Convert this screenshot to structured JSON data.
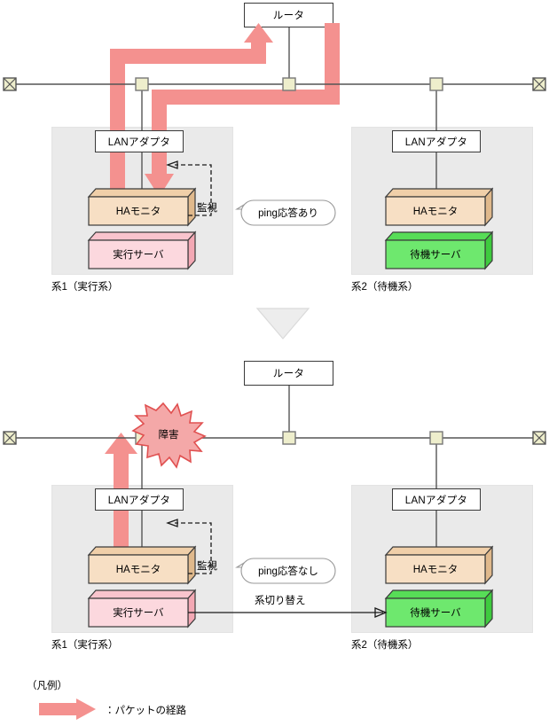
{
  "diagram": {
    "title_hidden": "",
    "colors": {
      "packet_arrow": "#f4918f",
      "panel_bg": "#eaeaea",
      "ha_monitor_front": "#f7dfc4",
      "ha_monitor_top": "#f0cfa9",
      "ha_monitor_side": "#e0b98c",
      "active_server_front": "#fcd8de",
      "active_server_top": "#f9c4cd",
      "active_server_side": "#f3a8b4",
      "standby_server_front": "#6ee86e",
      "standby_server_top": "#57dd57",
      "standby_server_side": "#3ecb3e",
      "tap_fill": "#eeeecc",
      "failure_fill": "#f4a8a8",
      "failure_stroke": "#e05050",
      "line": "#555555",
      "box_stroke": "#3a3a3a",
      "transition_triangle": "#ededed"
    },
    "top_scenario": {
      "router": {
        "label": "ルータ"
      },
      "terminator_left": {
        "icon": "terminator-x-icon"
      },
      "terminator_right": {
        "icon": "terminator-x-icon"
      },
      "taps": [
        {
          "icon": "network-tap-icon"
        },
        {
          "icon": "network-tap-icon"
        },
        {
          "icon": "network-tap-icon"
        }
      ],
      "system1": {
        "panel_caption": "系1（実行系）",
        "lan_adapter": "LANアダプタ",
        "ha_monitor": "HAモニタ",
        "server": "実行サーバ",
        "monitor_label": "監視",
        "callout": "ping応答あり"
      },
      "system2": {
        "panel_caption": "系2（待機系）",
        "lan_adapter": "LANアダプタ",
        "ha_monitor": "HAモニタ",
        "server": "待機サーバ"
      }
    },
    "transition": {
      "icon": "down-triangle-icon"
    },
    "bottom_scenario": {
      "router": {
        "label": "ルータ"
      },
      "terminator_left": {
        "icon": "terminator-x-icon"
      },
      "terminator_right": {
        "icon": "terminator-x-icon"
      },
      "taps": [
        {
          "icon": "network-tap-icon"
        },
        {
          "icon": "network-tap-icon"
        },
        {
          "icon": "network-tap-icon"
        }
      ],
      "failure_badge": "障害",
      "switchover_label": "系切り替え",
      "system1": {
        "panel_caption": "系1（実行系）",
        "lan_adapter": "LANアダプタ",
        "ha_monitor": "HAモニタ",
        "server": "実行サーバ",
        "monitor_label": "監視",
        "callout": "ping応答なし"
      },
      "system2": {
        "panel_caption": "系2（待機系）",
        "lan_adapter": "LANアダプタ",
        "ha_monitor": "HAモニタ",
        "server": "待機サーバ"
      }
    },
    "legend": {
      "heading": "（凡例）",
      "entries": [
        {
          "icon": "packet-route-arrow-icon",
          "text": "：パケットの経路"
        }
      ]
    }
  }
}
